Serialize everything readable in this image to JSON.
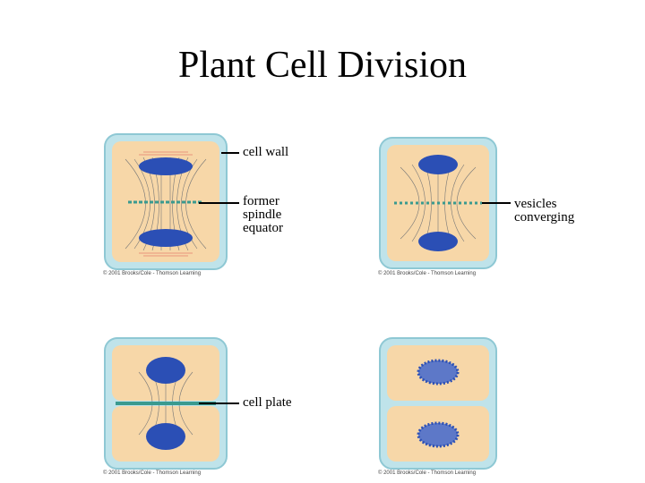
{
  "title": "Plant Cell Division",
  "labels": {
    "cell_wall": "cell wall",
    "former_spindle_equator": [
      "former",
      "spindle",
      "equator"
    ],
    "vesicles_converging": [
      "vesicles",
      "converging"
    ],
    "cell_plate": "cell plate"
  },
  "credit": "© 2001 Brooks/Cole - Thomson Learning",
  "colors": {
    "wall": "#bfe3ea",
    "wall_edge": "#8ec8d4",
    "cytoplasm": "#f7d7a8",
    "chromatin": "#2b4fb5",
    "plate": "#3a9a8f",
    "spindle": "#777777",
    "polar": "#d9534f"
  }
}
